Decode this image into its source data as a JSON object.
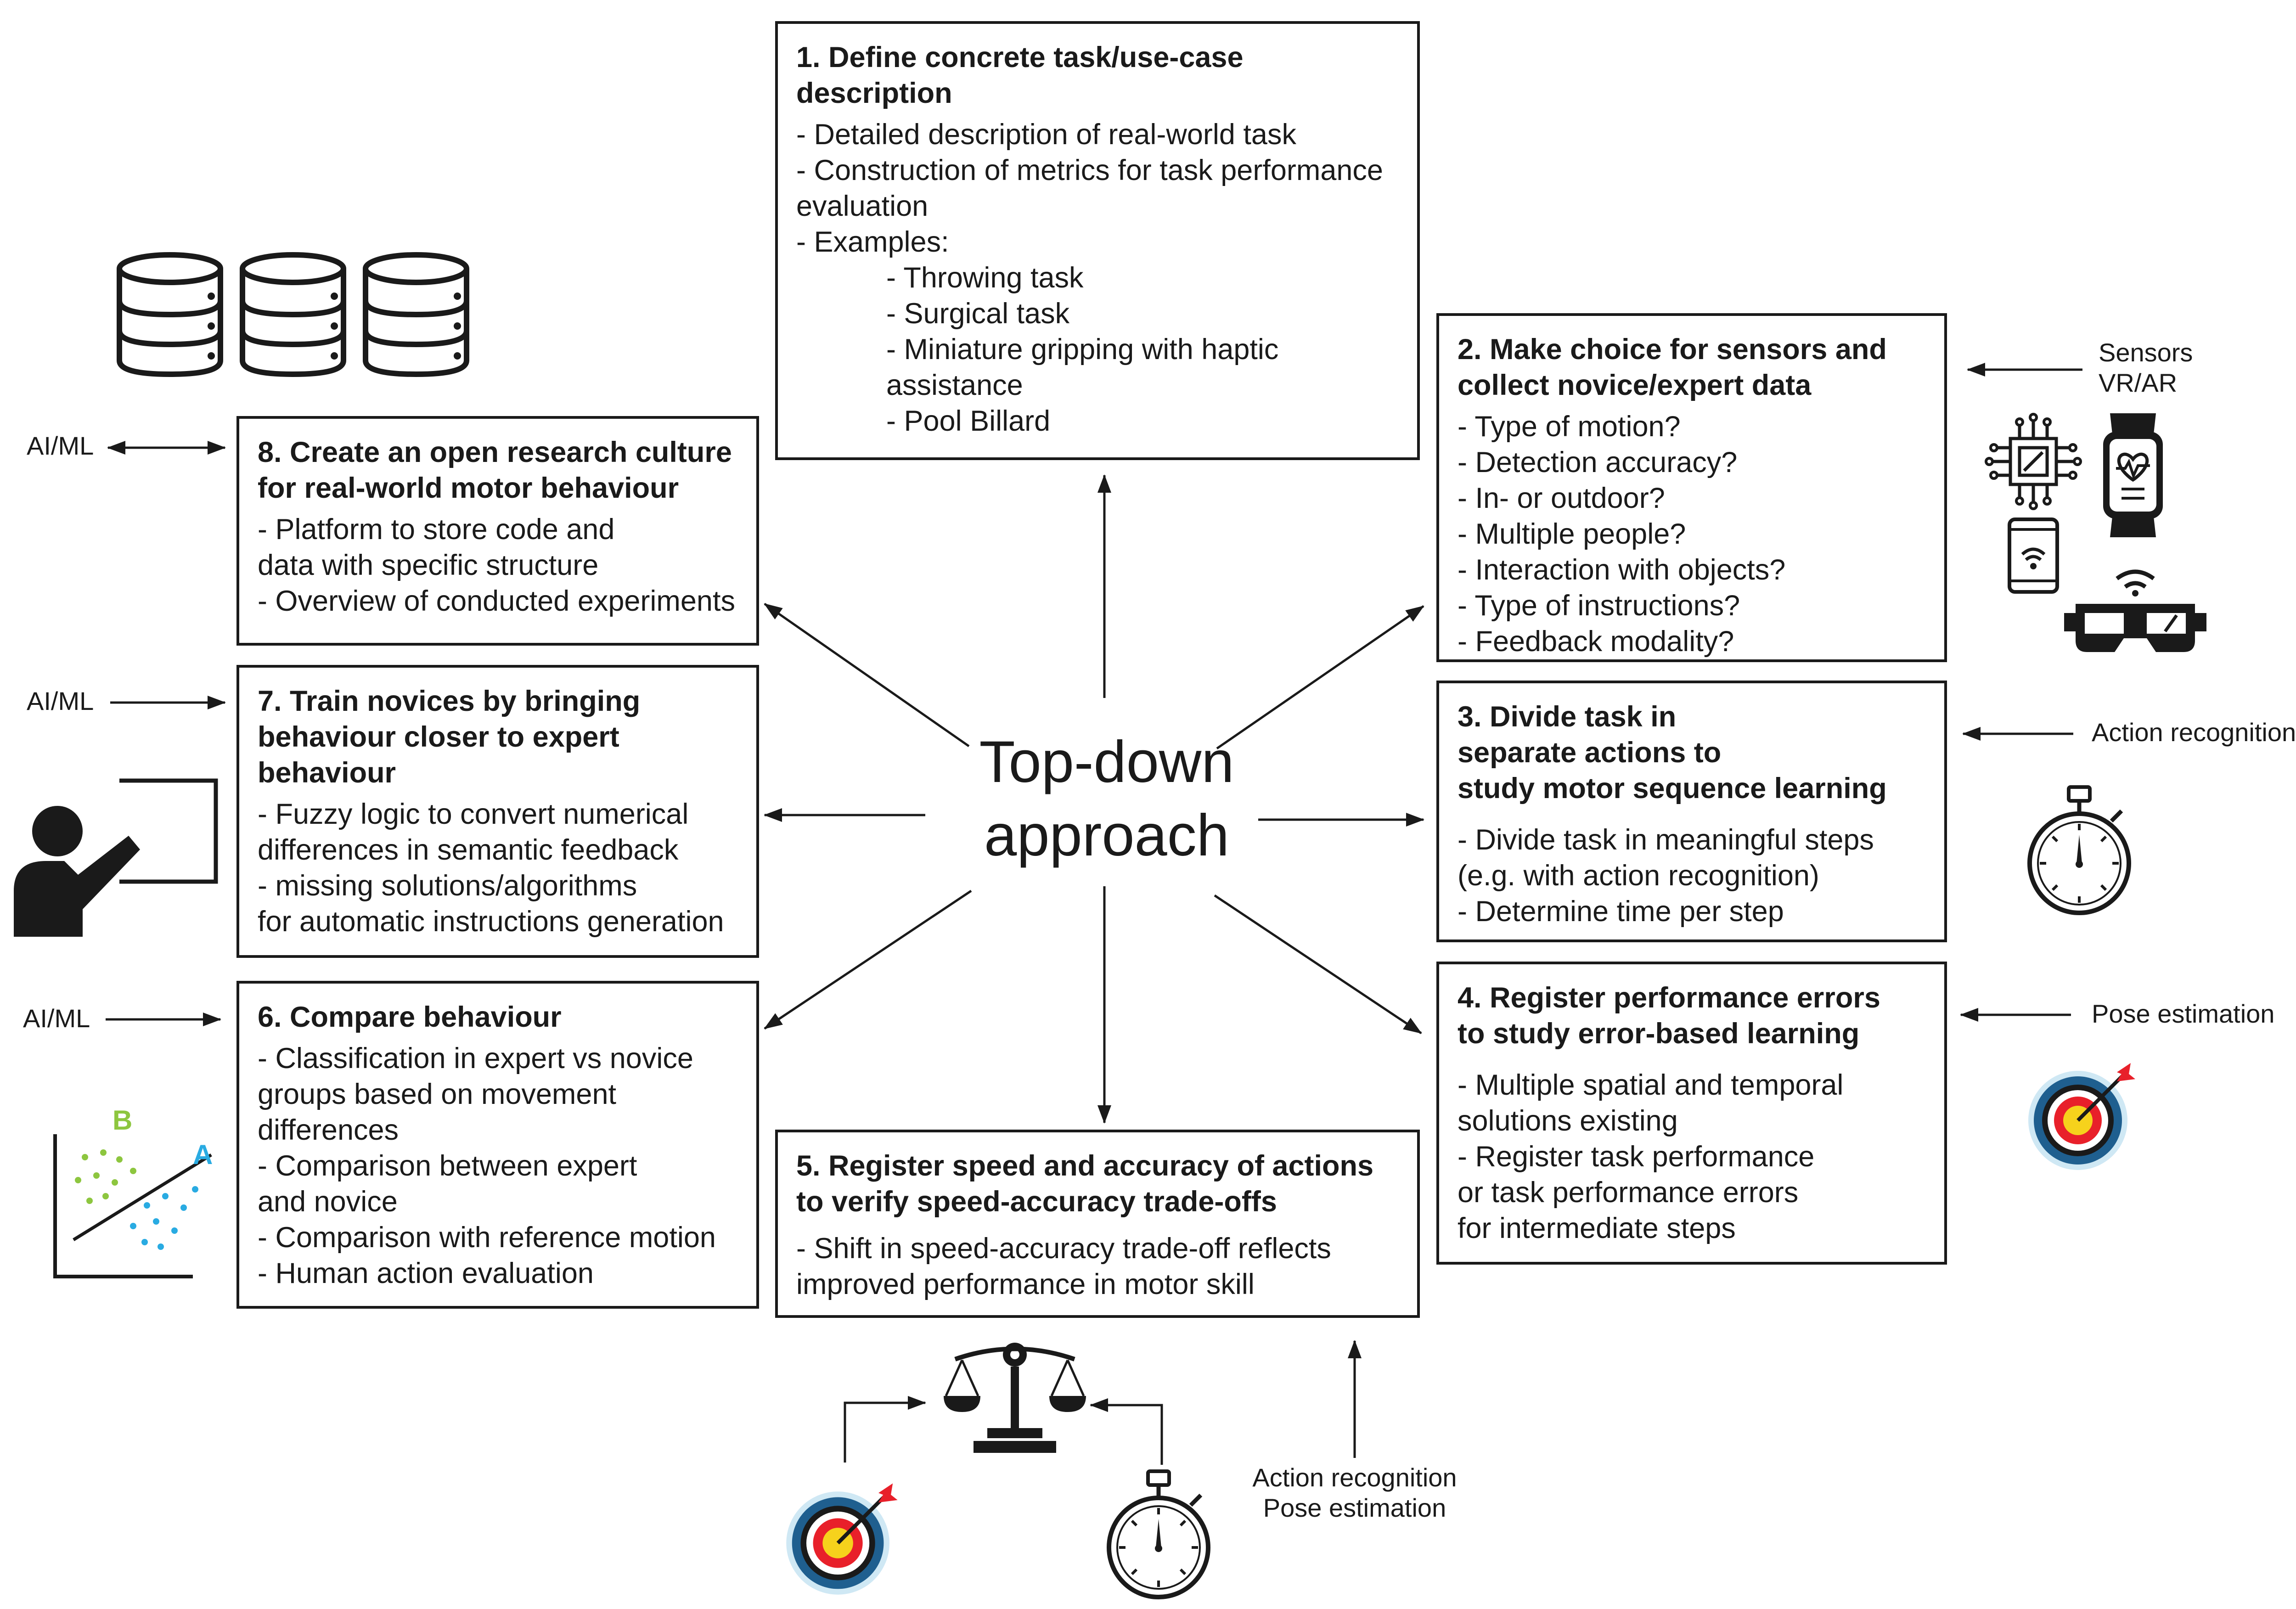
{
  "center": {
    "title": "Top-down\napproach"
  },
  "boxes": {
    "b1": {
      "title": "1. Define concrete task/use-case\ndescription",
      "items": [
        "- Detailed description of real-world task",
        "- Construction of metrics for task performance\nevaluation",
        "- Examples:"
      ],
      "examples": [
        "- Throwing task",
        "- Surgical task",
        "- Miniature gripping with haptic\nassistance",
        "- Pool Billard"
      ]
    },
    "b2": {
      "title": "2. Make choice for sensors and\ncollect novice/expert data",
      "items": [
        "- Type of motion?",
        "- Detection accuracy?",
        "- In- or outdoor?",
        "- Multiple people?",
        "- Interaction with objects?",
        "- Type of instructions?",
        "- Feedback modality?"
      ]
    },
    "b3": {
      "title": "3. Divide task in\nseparate actions to\nstudy motor sequence learning",
      "items": [
        "- Divide task in meaningful steps\n(e.g. with action recognition)",
        "- Determine time per step"
      ]
    },
    "b4": {
      "title": "4. Register performance errors\nto study error-based learning",
      "items": [
        "- Multiple spatial and temporal\nsolutions existing",
        "- Register task performance\nor task performance errors\nfor intermediate steps"
      ]
    },
    "b5": {
      "title": "5. Register speed and accuracy of actions\nto verify speed-accuracy trade-offs",
      "items": [
        "- Shift in speed-accuracy trade-off reflects\nimproved performance in motor skill"
      ]
    },
    "b6": {
      "title": "6. Compare behaviour",
      "items": [
        "- Classification in expert vs novice\ngroups based on movement\ndifferences",
        "- Comparison between expert\nand novice",
        "- Comparison with reference motion",
        "- Human action evaluation"
      ]
    },
    "b7": {
      "title": "7. Train novices by bringing\nbehaviour closer to expert\nbehaviour",
      "items": [
        "- Fuzzy logic to convert numerical\ndifferences in semantic feedback",
        "- missing solutions/algorithms\nfor automatic instructions generation"
      ]
    },
    "b8": {
      "title": "8. Create an open research culture\nfor real-world motor behaviour",
      "items": [
        "- Platform to store code and\ndata with specific structure",
        "- Overview of conducted experiments"
      ]
    }
  },
  "side_labels": {
    "sensors": "Sensors\nVR/AR",
    "action_recognition": "Action recognition",
    "pose_estimation": "Pose estimation",
    "ai_ml_8": "AI/ML",
    "ai_ml_7": "AI/ML",
    "ai_ml_6": "AI/ML",
    "bottom": "Action recognition\nPose estimation",
    "scatter_b": "B",
    "scatter_a": "A"
  },
  "colors": {
    "line": "#1a1a1a",
    "target_red": "#e8202a",
    "target_blue": "#1f5f8f",
    "target_yellow": "#f6d21c",
    "scatter_green": "#8dc63f",
    "scatter_blue": "#29abe2"
  },
  "icons": [
    "database-icon",
    "chip-icon",
    "smartwatch-icon",
    "smartphone-icon",
    "vr-headset-icon",
    "stopwatch-icon",
    "target-icon",
    "teacher-icon",
    "scatter-plot-icon",
    "scale-icon"
  ]
}
